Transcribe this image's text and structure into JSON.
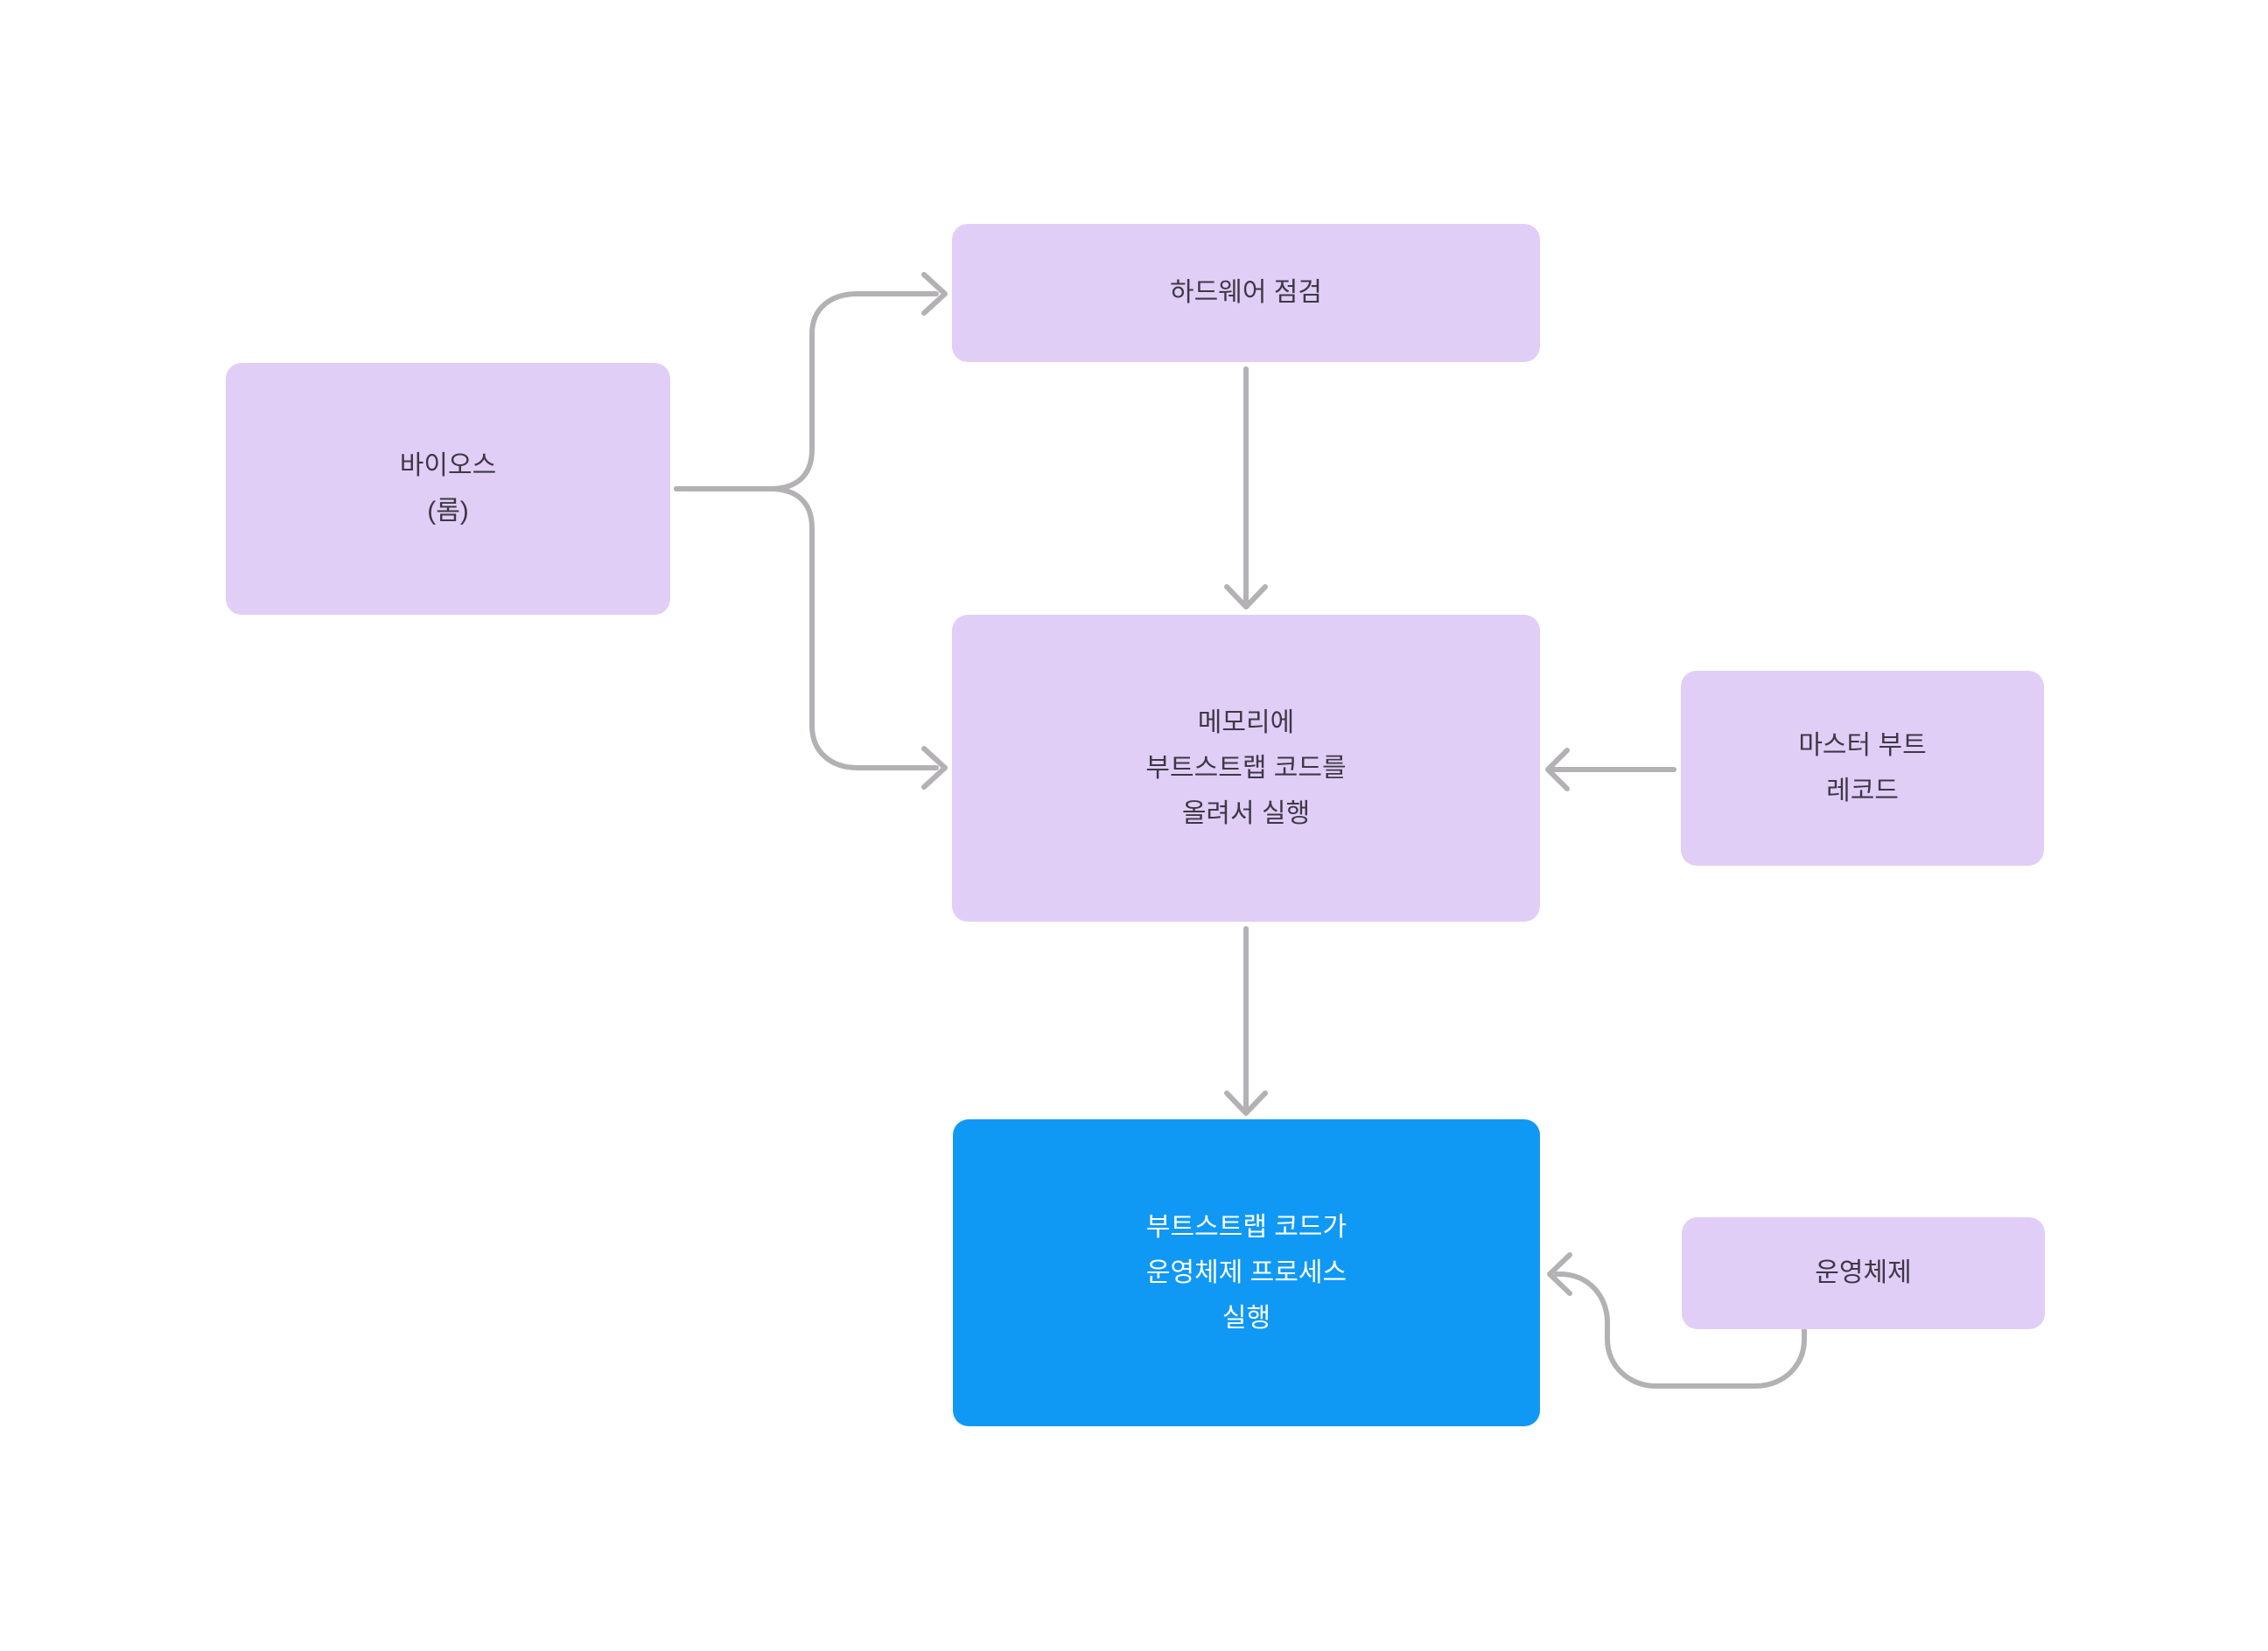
{
  "diagram": {
    "title": "OS boot process flowchart (Korean)",
    "canvas_bg": "#ffffff"
  },
  "colors": {
    "node_fill": "#e1cef7",
    "accent_fill": "#1098f5",
    "node_text": "#3e3846",
    "accent_text": "#ffffff",
    "connector": "#b3b1b4"
  },
  "nodes": {
    "bios": {
      "lines": [
        "바이오스",
        "(롬)"
      ]
    },
    "hardware_check": {
      "lines": [
        "하드웨어 점검"
      ]
    },
    "load_bootstrap": {
      "lines": [
        "메모리에",
        "부트스트랩 코드를",
        "올려서 실행"
      ]
    },
    "mbr": {
      "lines": [
        "마스터 부트",
        "레코드"
      ]
    },
    "run_os": {
      "lines": [
        "부트스트랩 코드가",
        "운영체제 프로세스",
        "실행"
      ]
    },
    "os": {
      "lines": [
        "운영체제"
      ]
    }
  },
  "edges": [
    {
      "from": "bios",
      "to": "hardware_check",
      "style": "fork-branch-up-arrow"
    },
    {
      "from": "bios",
      "to": "load_bootstrap",
      "style": "fork-branch-down-arrow"
    },
    {
      "from": "hardware_check",
      "to": "load_bootstrap",
      "style": "straight-down-arrow"
    },
    {
      "from": "load_bootstrap",
      "to": "run_os",
      "style": "straight-down-arrow"
    },
    {
      "from": "mbr",
      "to": "load_bootstrap",
      "style": "straight-left-arrow"
    },
    {
      "from": "os",
      "to": "run_os",
      "style": "s-curve-left-arrow"
    }
  ]
}
